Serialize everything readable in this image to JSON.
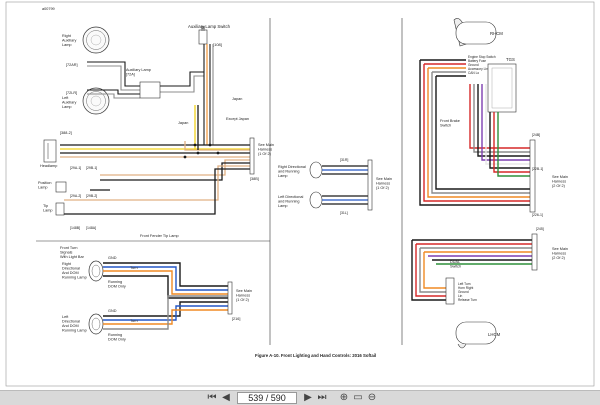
{
  "figure": {
    "id": "a00799",
    "caption": "Figure A-10. Front Lighting and Hand Controls: 2016 Softail"
  },
  "left_panel": {
    "labels": {
      "aux_switch": "Auxiliary Lamp Switch",
      "right_aux": "Right\nAuxiliary\nLamp",
      "left_aux": "Left\nAuxiliary\nLamp",
      "aux_relay": "Auxiliary Lamp\n[72A]",
      "c108": "[108]",
      "japan": "Japan",
      "except_japan": "Except Japan",
      "japan2": "Japan",
      "headlamp": "Headlamp",
      "position_lamp": "Position\nLamp",
      "tip_lamp": "Tip\nLamp",
      "fender_tip": "Front Fender Tip Lamp",
      "see_main": "See Main\nHarness\n(1 Of 2)",
      "c38": "[38B]",
      "c388": "[388-2]",
      "c72r": "[72AR]",
      "c72l": "[72LR]",
      "c29a": "[29A-1]",
      "c29b": "[29B-1]",
      "c29a2": "[29A-2]",
      "c29b2": "[29B-2]",
      "c148": "[148B]",
      "c148a": "[148A]"
    }
  },
  "bottom_left": {
    "labels": {
      "title": "Front Turn\nSignals\nWith Light Bar",
      "right": "Right\nDirectional\nAnd DOM\nRunning Lamp",
      "left": "Left\nDirectional\nAnd DOM\nRunning Lamp",
      "turn": "Turn",
      "running": "Running\nDOM Only",
      "gnd": "GND",
      "see_main": "See Main\nHarness\n(1 Of 2)",
      "c216": "[216]"
    }
  },
  "middle_panel": {
    "labels": {
      "right": "Right Directional\nand Running\nLamp",
      "left": "Left Directional\nand Running\nLamp",
      "see_main": "See Main\nHarness\n(1 Of 2)",
      "c31r": "[31R]",
      "c31l": "[31L]"
    }
  },
  "right_panel": {
    "labels": {
      "rhcm": "RHCM",
      "tgs": "TGS",
      "front_brake": "Front Brake\nSwitch",
      "see_main": "See Main\nHarness\n(2 Of 2)",
      "dual_switch": "DUAL\nSwitch",
      "lhcm": "LHCM",
      "c24": "[24B]",
      "c22": "[22B-1]",
      "c226": "[226-1]",
      "c245": "[245]",
      "top_pins": "Engine Stop Switch\nBattery Fuse\nGround\nAccessory Lin\nCAN Lo",
      "bot_pins": "Left Turn\nHorn Right\nGround\nLin\nRelease Turn"
    }
  },
  "statusbar": {
    "page_indicator": "539 / 590"
  },
  "colors": {
    "black": "#1a1a1a",
    "red": "#d62828",
    "orange": "#f08a24",
    "yellow": "#f2d21c",
    "blue": "#2457c5",
    "brown": "#7a4a1d",
    "grey": "#8c8c8c",
    "white_wire": "#e8e8e8",
    "tan": "#e0b184",
    "green": "#2f8f3a",
    "violet": "#7d3fb0"
  }
}
